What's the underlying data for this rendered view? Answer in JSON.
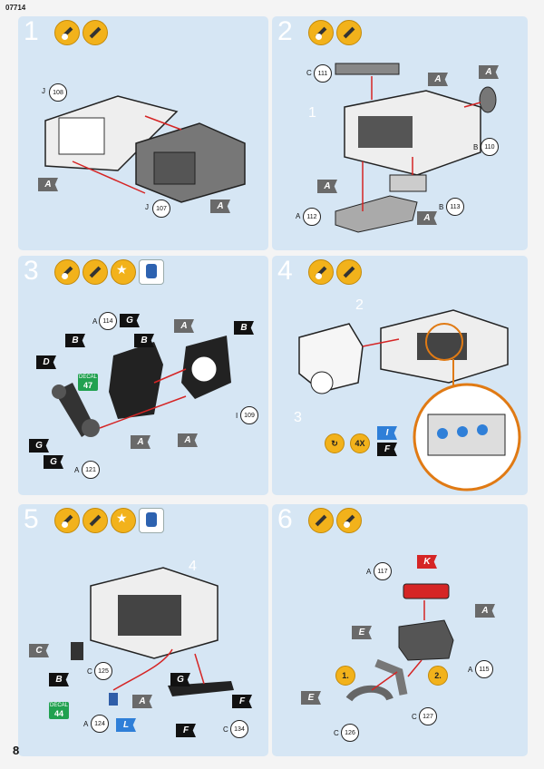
{
  "page": {
    "code": "07714",
    "number": "8"
  },
  "steps": [
    {
      "number": "1",
      "parts": [
        {
          "letter": "J",
          "num": "108"
        },
        {
          "letter": "J",
          "num": "107"
        }
      ],
      "flags": [
        "A",
        "A"
      ]
    },
    {
      "number": "2",
      "sub": "1",
      "parts": [
        {
          "letter": "C",
          "num": "111"
        },
        {
          "letter": "B",
          "num": "110"
        },
        {
          "letter": "A",
          "num": "112"
        },
        {
          "letter": "B",
          "num": "113"
        }
      ],
      "flags": [
        "A",
        "A",
        "A",
        "A"
      ]
    },
    {
      "number": "3",
      "parts": [
        {
          "letter": "A",
          "num": "114"
        },
        {
          "letter": "I",
          "num": "109"
        },
        {
          "letter": "A",
          "num": "121"
        }
      ],
      "decal": {
        "label": "DECAL",
        "num": "47"
      },
      "flags": [
        "G",
        "B",
        "B",
        "A",
        "B",
        "D",
        "G",
        "G",
        "A",
        "A"
      ]
    },
    {
      "number": "4",
      "subs": [
        "2",
        "3"
      ],
      "count": "4X",
      "flags": [
        "I",
        "F"
      ]
    },
    {
      "number": "5",
      "sub": "4",
      "parts": [
        {
          "letter": "C",
          "num": "125"
        },
        {
          "letter": "A",
          "num": "124"
        },
        {
          "letter": "C",
          "num": "134"
        }
      ],
      "decal": {
        "label": "DECAL",
        "num": "44"
      },
      "flags": [
        "C",
        "B",
        "A",
        "L",
        "G",
        "F",
        "F"
      ]
    },
    {
      "number": "6",
      "parts": [
        {
          "letter": "A",
          "num": "117"
        },
        {
          "letter": "A",
          "num": "115"
        },
        {
          "letter": "C",
          "num": "127"
        },
        {
          "letter": "C",
          "num": "126"
        }
      ],
      "order": [
        "1.",
        "2."
      ],
      "flags": [
        "K",
        "A",
        "E",
        "E"
      ]
    }
  ]
}
